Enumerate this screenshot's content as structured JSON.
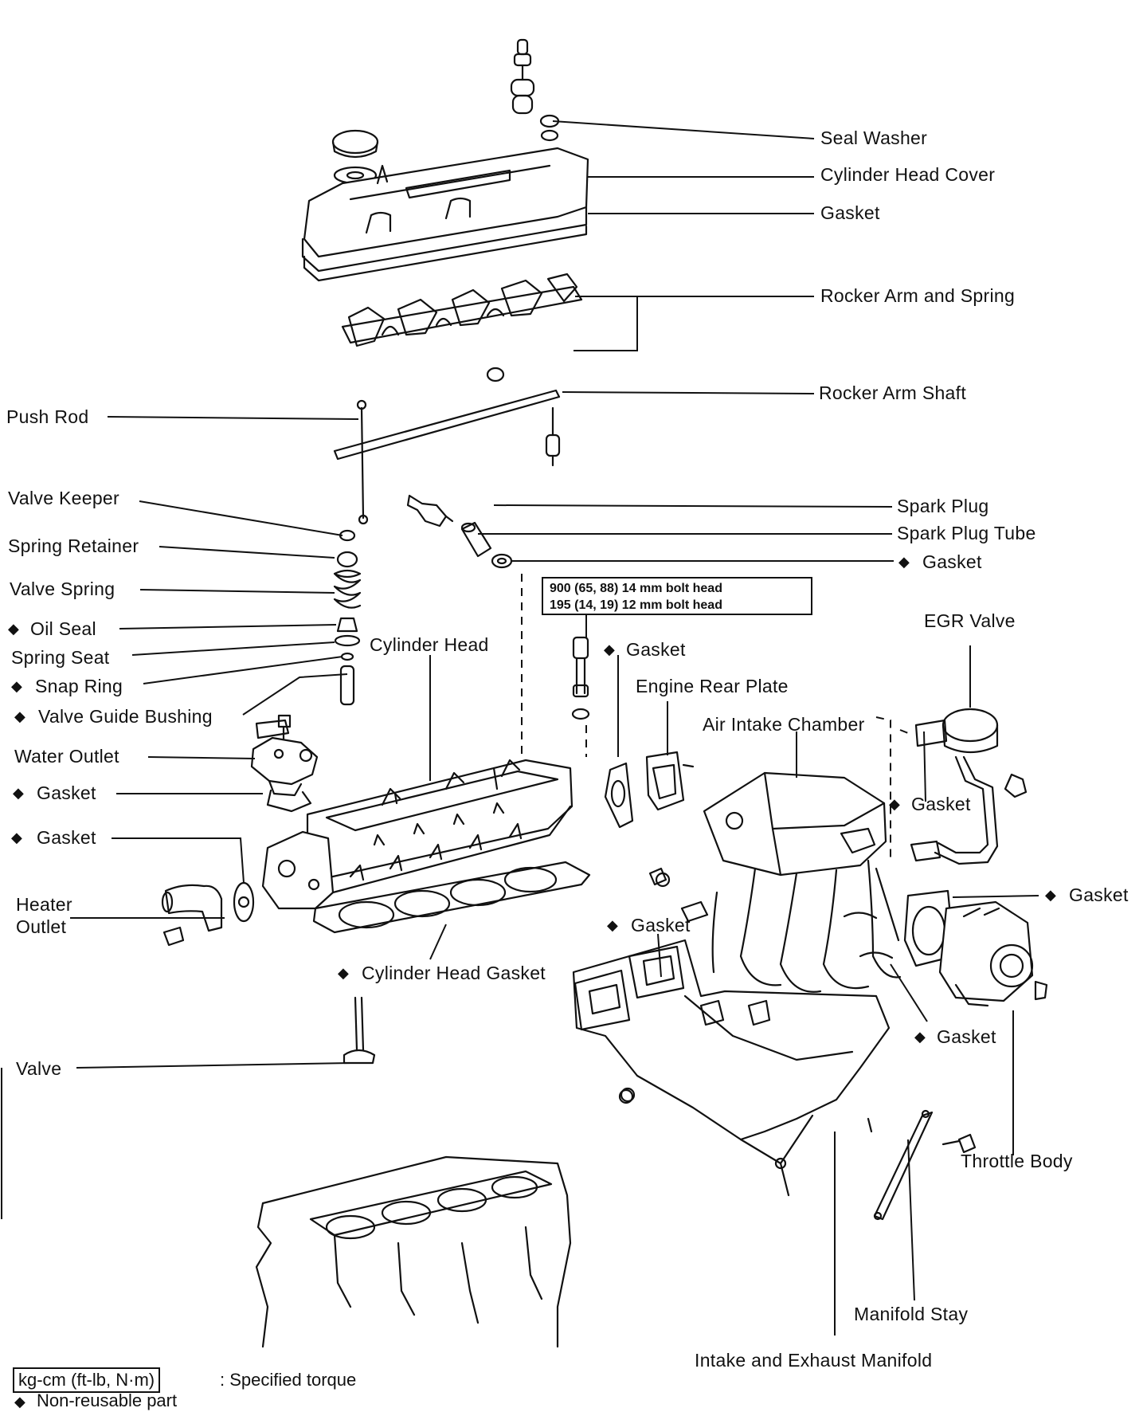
{
  "labels": {
    "seal_washer": "Seal Washer",
    "cylinder_head_cover": "Cylinder Head Cover",
    "gasket_cover": "Gasket",
    "rocker_arm_spring": "Rocker Arm and Spring",
    "rocker_arm_shaft": "Rocker Arm Shaft",
    "push_rod": "Push Rod",
    "valve_keeper": "Valve Keeper",
    "spring_retainer": "Spring Retainer",
    "valve_spring": "Valve Spring",
    "oil_seal": "Oil Seal",
    "spring_seat": "Spring Seat",
    "snap_ring": "Snap Ring",
    "valve_guide_bushing": "Valve Guide Bushing",
    "water_outlet": "Water Outlet",
    "gasket_water_outlet": "Gasket",
    "gasket_heater": "Gasket",
    "heater_outlet_1": "Heater",
    "heater_outlet_2": "Outlet",
    "spark_plug": "Spark Plug",
    "spark_plug_tube": "Spark Plug Tube",
    "gasket_spark_tube": "Gasket",
    "cylinder_head": "Cylinder Head",
    "gasket_stud": "Gasket",
    "engine_rear_plate": "Engine Rear Plate",
    "air_intake_chamber": "Air Intake Chamber",
    "egr_valve": "EGR Valve",
    "gasket_egr": "Gasket",
    "gasket_throttle": "Gasket",
    "gasket_manifold_left": "Gasket",
    "cylinder_head_gasket": "Cylinder Head Gasket",
    "gasket_manifold_right": "Gasket",
    "throttle_body": "Throttle Body",
    "valve": "Valve",
    "manifold_stay": "Manifold Stay",
    "intake_exhaust_manifold": "Intake and Exhaust Manifold"
  },
  "torque_spec": {
    "line1": "900 (65, 88) 14 mm bolt head",
    "line2": "195 (14, 19) 12 mm bolt head"
  },
  "legend": {
    "torque_units": "kg-cm (ft-lb, N·m)",
    "torque_desc": ": Specified torque",
    "non_reusable": "Non-reusable part",
    "diamond": "◆"
  }
}
